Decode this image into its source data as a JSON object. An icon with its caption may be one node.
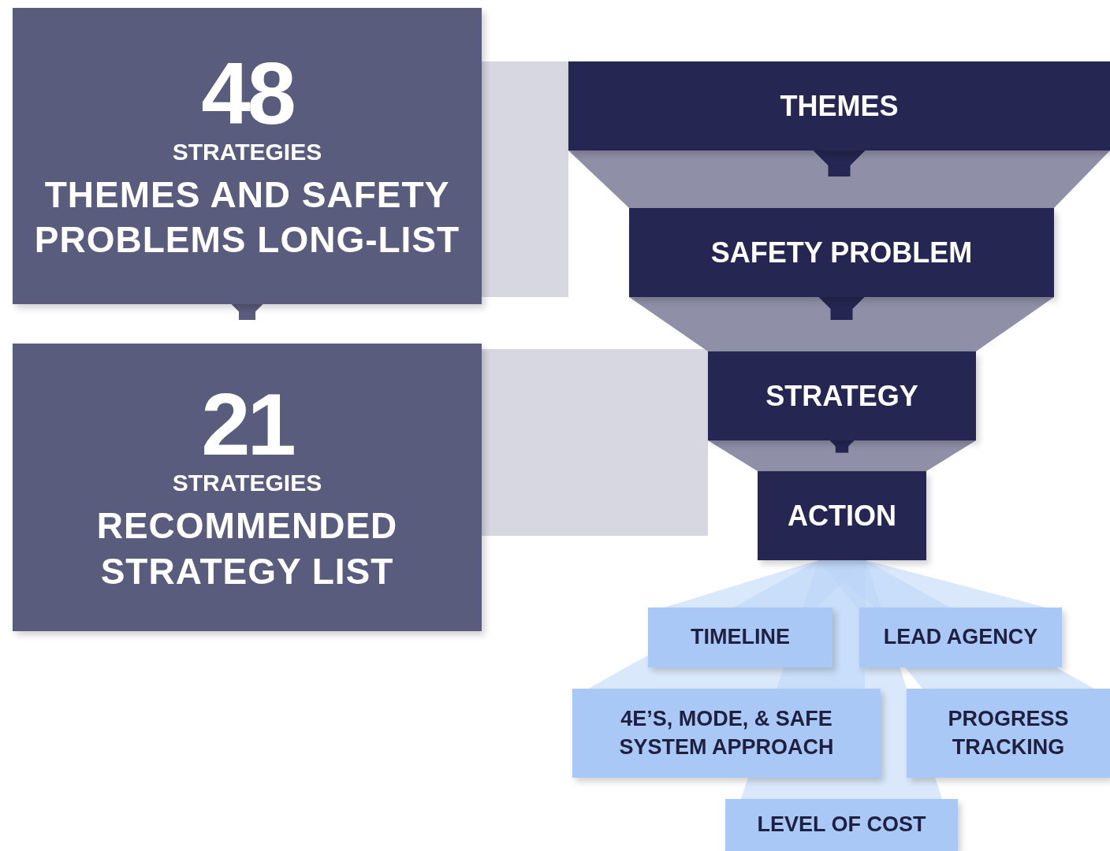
{
  "diagram": {
    "nodes": [
      {
        "text": [
          "48",
          "STRATEGIES",
          "THEMES AND SAFETY PROBLEMS LONG-LIST"
        ]
      },
      {
        "text": [
          "21",
          "STRATEGIES",
          "RECOMMENDED STRATEGY LIST"
        ]
      },
      {
        "text": [
          "THEMES"
        ]
      },
      {
        "text": [
          "SAFETY PROBLEM"
        ]
      },
      {
        "text": [
          "STRATEGY"
        ]
      },
      {
        "text": [
          "ACTION"
        ]
      },
      {
        "text": [
          "TIMELINE"
        ]
      },
      {
        "text": [
          "LEAD AGENCY"
        ]
      },
      {
        "text": [
          "4E’S, MODE, & SAFE SYSTEM APPROACH"
        ]
      },
      {
        "text": [
          "PROGRESS TRACKING"
        ]
      },
      {
        "text": [
          "LEVEL OF COST"
        ]
      }
    ],
    "edges": [
      {
        "from": 0,
        "to": 1,
        "arrow": "to",
        "color": "#5a5c7d"
      },
      {
        "from": 2,
        "to": 3,
        "arrow": "to",
        "color": "#252651"
      },
      {
        "from": 3,
        "to": 4,
        "arrow": "to",
        "color": "#252651"
      },
      {
        "from": 4,
        "to": 5,
        "arrow": "to",
        "color": "#252651"
      },
      {
        "from": 5,
        "to": 6,
        "arrow": "none",
        "color": "#bcd5f7"
      },
      {
        "from": 5,
        "to": 7,
        "arrow": "none",
        "color": "#bcd5f7"
      },
      {
        "from": 5,
        "to": 8,
        "arrow": "none",
        "color": "#bcd5f7"
      },
      {
        "from": 5,
        "to": 9,
        "arrow": "none",
        "color": "#bcd5f7"
      },
      {
        "from": 5,
        "to": 10,
        "arrow": "none",
        "color": "#bcd5f7"
      }
    ]
  }
}
